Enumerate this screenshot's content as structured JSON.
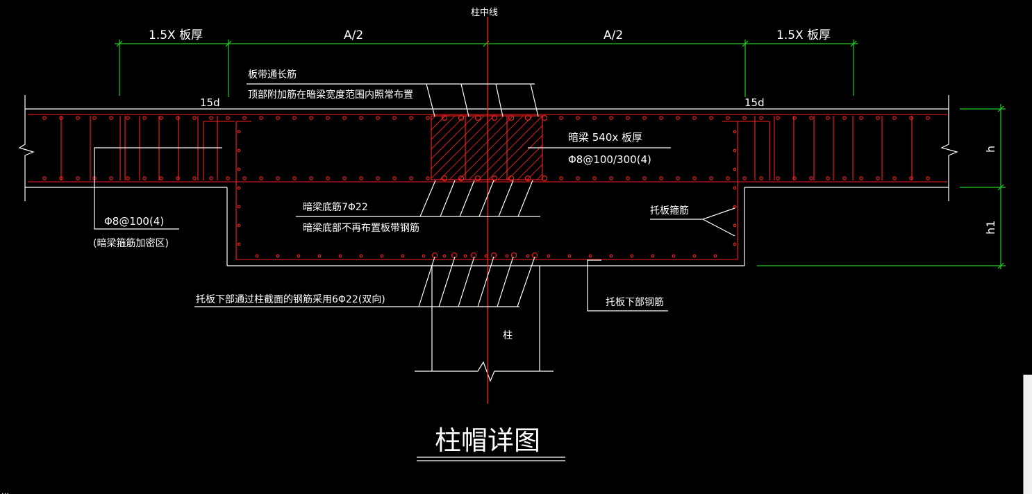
{
  "texts": {
    "column_centerline": "柱中线",
    "dim_left_outer": "1.5X 板厚",
    "dim_left_inner": "A/2",
    "dim_right_inner": "A/2",
    "dim_right_outer": "1.5X 板厚",
    "anchor_left": "15d",
    "anchor_right": "15d",
    "note_strip_bars_1": "板带通长筋",
    "note_strip_bars_2": "顶部附加筋在暗梁宽度范围内照常布置",
    "hidden_beam_size": "暗梁 540x 板厚",
    "hidden_beam_stirrups": "Φ8@100/300(4)",
    "stirrup_dense": "Φ8@100(4)",
    "stirrup_dense_note": "(暗梁箍筋加密区)",
    "hidden_beam_bottom_1": "暗梁底筋7Φ22",
    "hidden_beam_bottom_2": "暗梁底部不再布置板带钢筋",
    "drop_panel_stirrups": "托板箍筋",
    "drop_panel_bottom_pass": "托板下部通过柱截面的钢筋采用6Φ22(双向)",
    "drop_panel_bottom_bars": "托板下部钢筋",
    "column": "柱",
    "dim_h": "h",
    "dim_h1": "h1",
    "drawing_title": "柱帽详图",
    "status_fragment": "…"
  },
  "colors": {
    "background": "#000000",
    "outline": "#ffffff",
    "rebar": "#ff2020",
    "dimension": "#22cc22"
  }
}
